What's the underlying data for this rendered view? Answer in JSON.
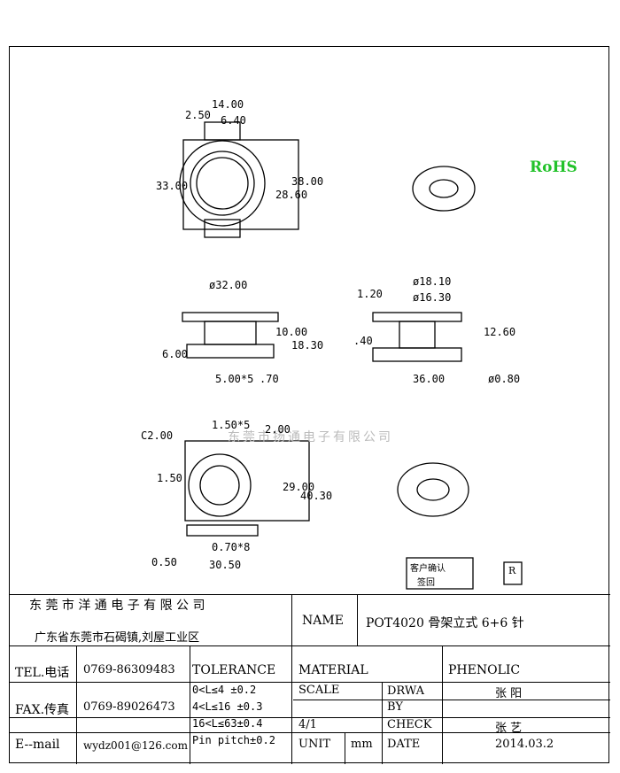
{
  "header": {
    "rohs": "RoHS",
    "watermark": "东莞市扬通电子有限公司"
  },
  "dims": {
    "top_w1": "14.00",
    "top_w2": "6.40",
    "top_h1": "2.50",
    "top_h2": "33.00",
    "top_d1": "28.60",
    "top_d2": "38.00",
    "side_d": "ø32.00",
    "side_h1": "10.00",
    "side_h2": "18.30",
    "side_h3": "6.00",
    "side_pitch": "5.00*5",
    "side_70": ".70",
    "sec_d1": "ø18.10",
    "sec_d2": "ø16.30",
    "sec_h1": "1.20",
    "sec_h2": "12.60",
    "sec_14": ".40",
    "sec_w": "36.00",
    "sec_pin": "ø0.80",
    "bot_pitch": "1.50*5",
    "bot_c": "C2.00",
    "bot_200": "2.00",
    "bot_150": "1.50",
    "bot_29": "29.00",
    "bot_40": "40.30",
    "bot_070": "0.70*8",
    "bot_30": "30.50",
    "bot_050": "0.50"
  },
  "stamp": {
    "line1": "客户确认",
    "line2": "签回",
    "tag": "R"
  },
  "titleblock": {
    "company": "东 莞 市 洋 通 电 子 有 限 公 司",
    "address": "广东省东莞市石碣镇,刘屋工业区",
    "name_label": "NAME",
    "name_value": "POT4020 骨架立式 6+6 针",
    "tel_label": "TEL.电话",
    "tel_value": "0769-86309483",
    "fax_label": "FAX.传真",
    "fax_value": "0769-89026473",
    "email_label": "E--mail",
    "email_value": "wydz001@126.com",
    "tolerance_label": "TOLERANCE",
    "tol1": "0<L≤4  ±0.2",
    "tol2": "4<L≤16 ±0.3",
    "tol3": "16<L≤63±0.4",
    "tol4": "Pin pitch±0.2",
    "material_label": "MATERIAL",
    "material_value": "PHENOLIC",
    "scale_label": "SCALE",
    "scale_value": "4/1",
    "drawn_label": "DRWA BY",
    "drawn_value": "张 阳",
    "check_label": "CHECK",
    "check_value": "张 艺",
    "unit_label": "UNIT",
    "unit_value": "mm",
    "date_label": "DATE",
    "date_value": "2014.03.2"
  }
}
